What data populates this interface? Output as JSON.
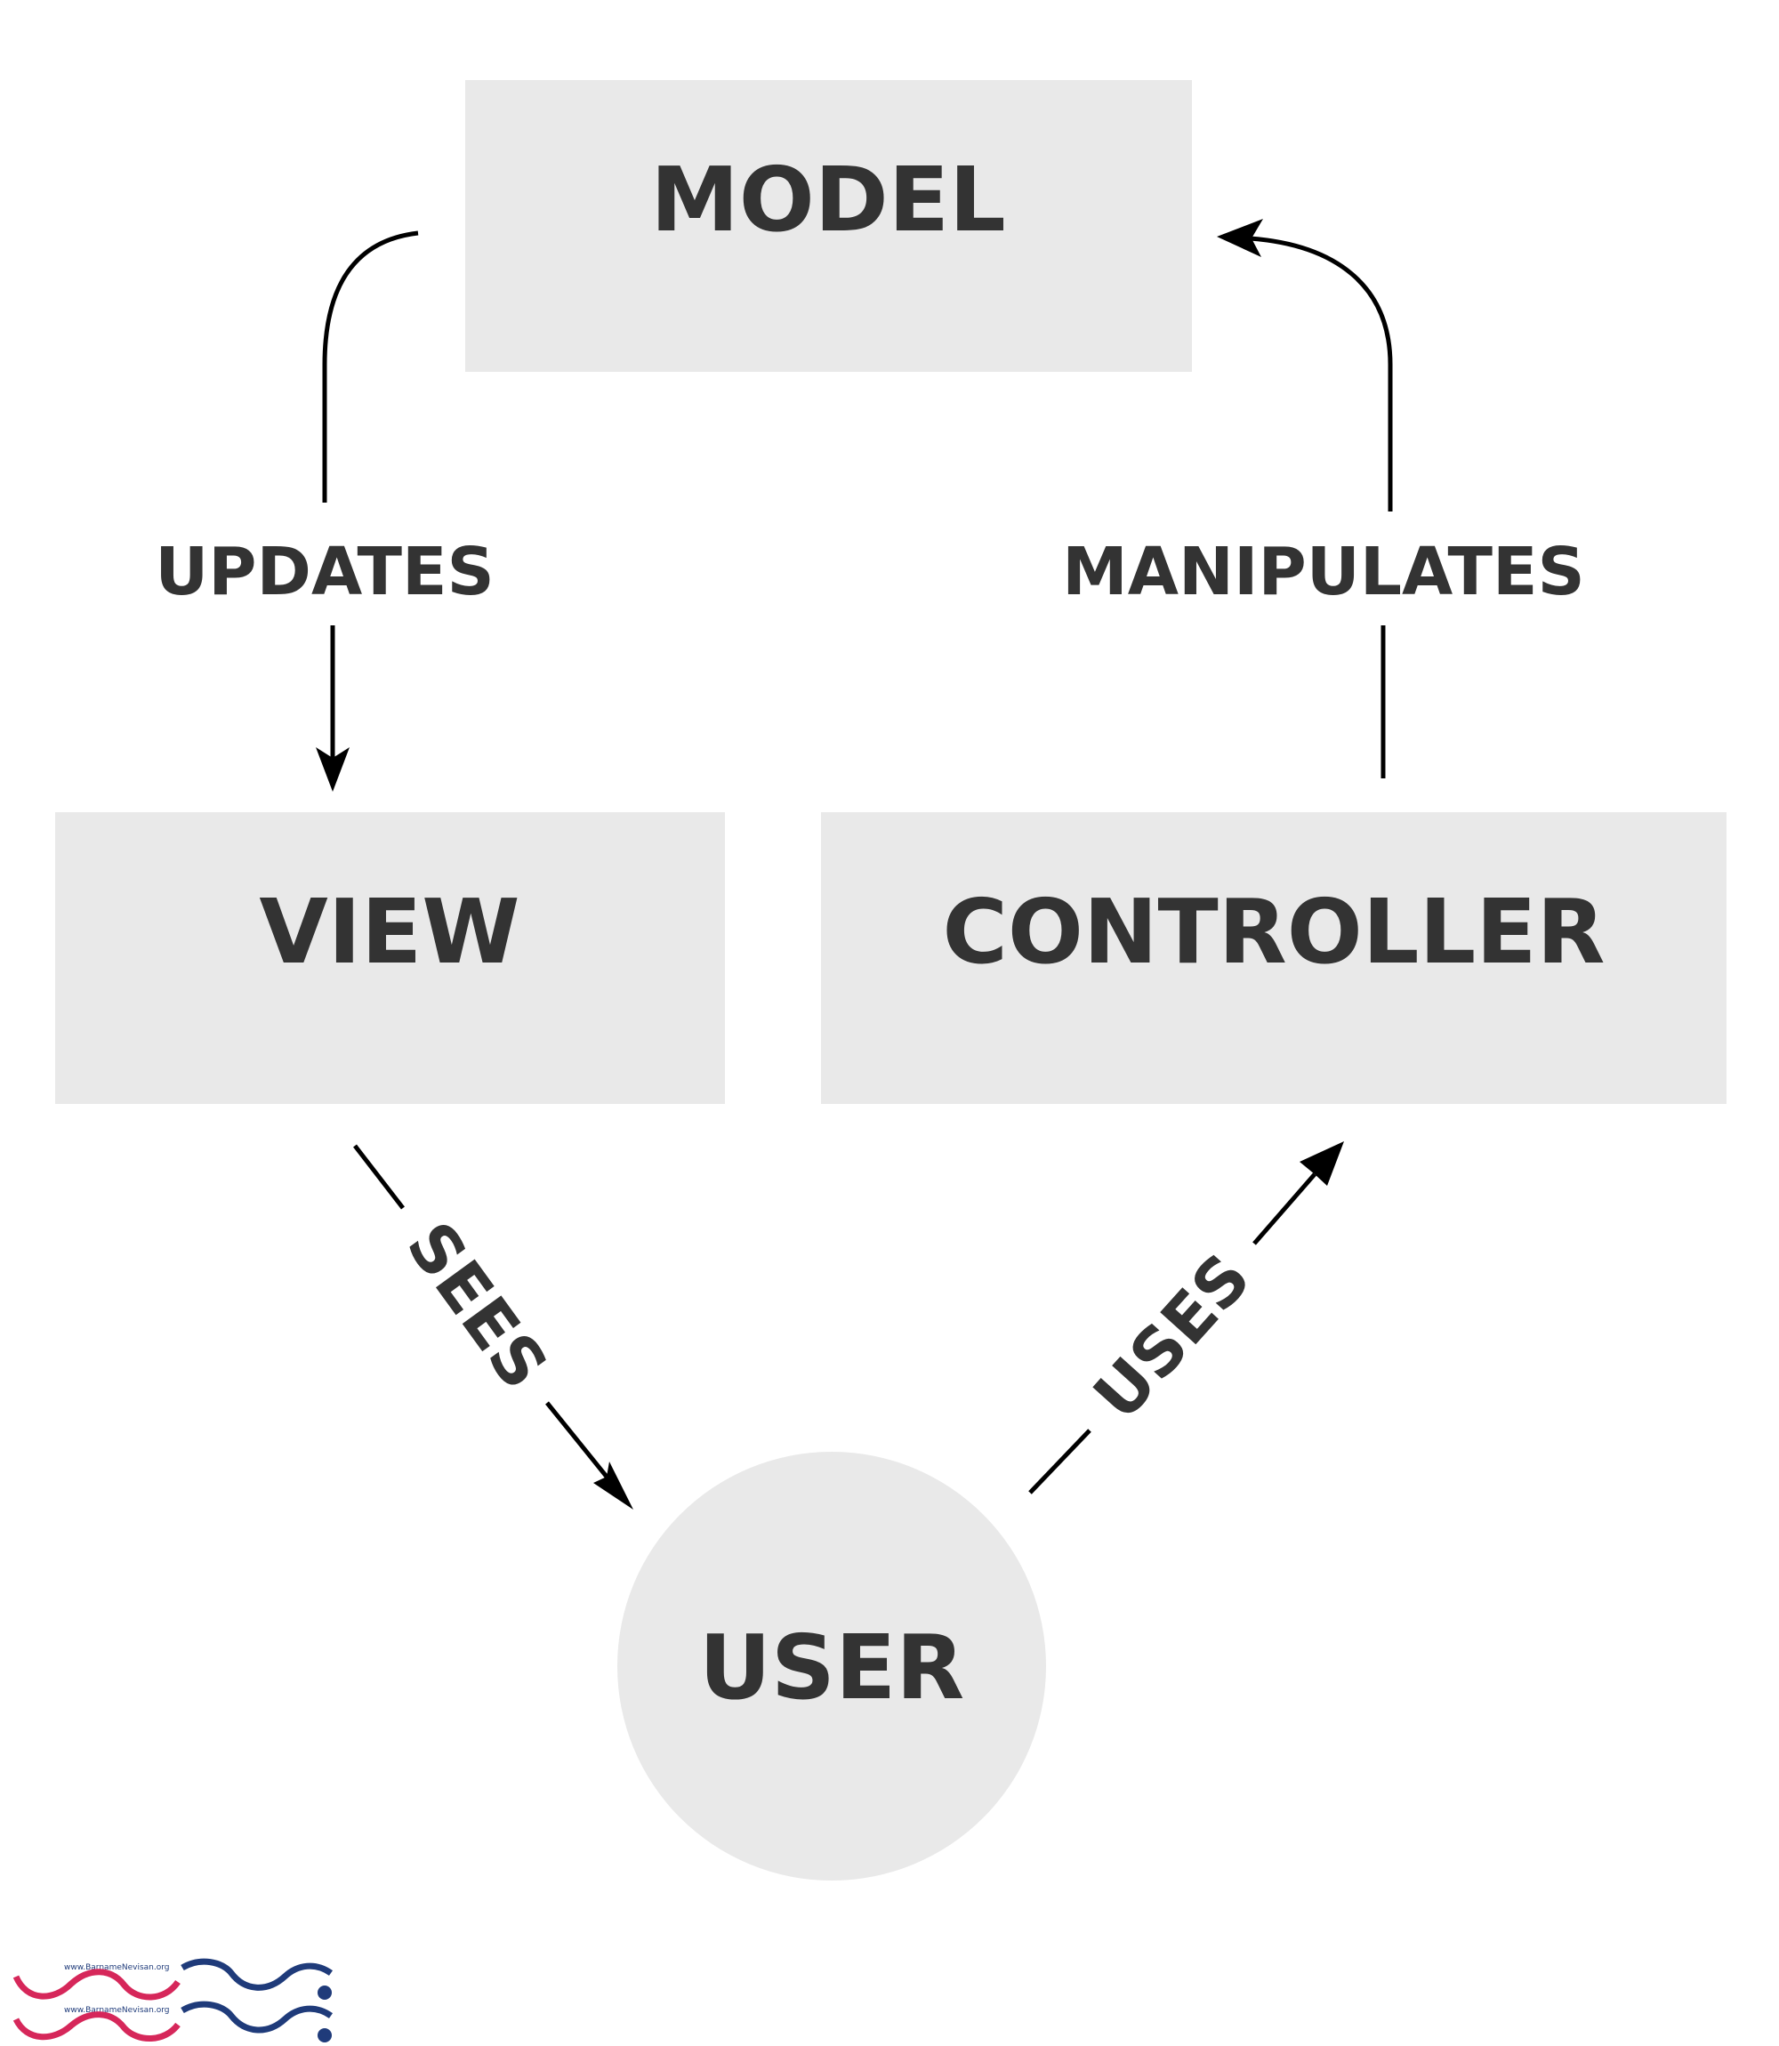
{
  "nodes": {
    "model": "MODEL",
    "view": "VIEW",
    "controller": "CONTROLLER",
    "user": "USER"
  },
  "edges": {
    "updates": "UPDATES",
    "manipulates": "MANIPULATES",
    "sees": "SEES",
    "uses": "USES"
  },
  "logo": {
    "url_text": "www.BarnameNevisan.org"
  },
  "colors": {
    "box_fill": "#e9e9e9",
    "label_text": "#333333",
    "arrow": "#000000",
    "logo_red": "#d6275a",
    "logo_blue": "#1f3b7a"
  }
}
